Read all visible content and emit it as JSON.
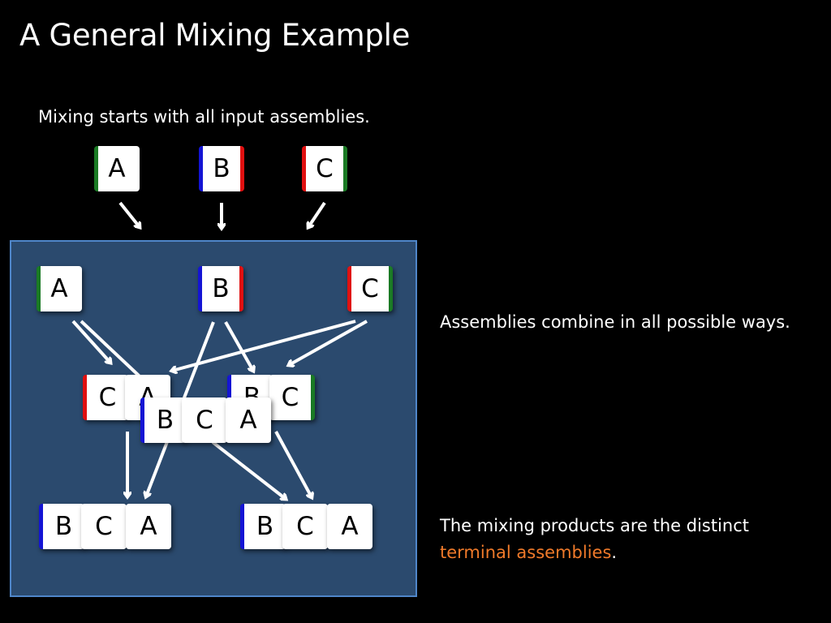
{
  "title": "A General Mixing Example",
  "captions": {
    "start": "Mixing starts with all input assemblies.",
    "combine": "Assemblies combine in all possible ways.",
    "products_before": "The mixing products are the distinct",
    "products_highlight": "terminal assemblies",
    "products_after": "."
  },
  "inputs": {
    "a": "A",
    "b": "B",
    "c": "C"
  },
  "mix": {
    "singles": {
      "a": "A",
      "b": "B",
      "c": "C"
    },
    "pair_ca": [
      "C",
      "A"
    ],
    "pair_bc": [
      "B",
      "C"
    ],
    "triple_mid": [
      "B",
      "C",
      "A"
    ],
    "terminal_left": [
      "B",
      "C",
      "A"
    ],
    "terminal_right": [
      "B",
      "C",
      "A"
    ]
  },
  "colors": {
    "background": "#000000",
    "mix_box_fill": "#2b4a6e",
    "mix_box_border": "#4f86c9",
    "highlight": "#f07a2a",
    "green_edge": "#1a7a24",
    "blue_edge": "#1414d4",
    "red_edge": "#e01010"
  }
}
